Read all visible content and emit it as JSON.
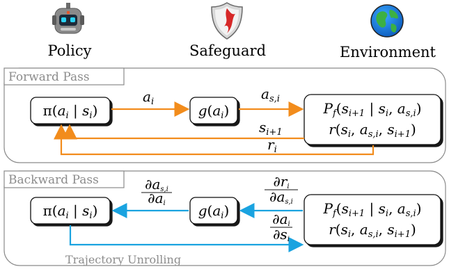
{
  "headers": {
    "policy": "Policy",
    "safeguard": "Safeguard",
    "environment": "Environment"
  },
  "icons": {
    "policy": "robot-icon",
    "safeguard": "shield-icon",
    "environment": "globe-icon"
  },
  "forward": {
    "title": "Forward Pass",
    "policy_box": "π(aᵢ | sᵢ)",
    "guard_box": "g(aᵢ)",
    "env_line1": "P_f(sᵢ₊₁ | sᵢ, a_{s,i})",
    "env_line2": "r(sᵢ, a_{s,i}, sᵢ₊₁)",
    "label_a": "aᵢ",
    "label_as": "a_{s,i}",
    "label_s_next": "sᵢ₊₁",
    "label_r": "rᵢ"
  },
  "backward": {
    "title": "Backward Pass",
    "policy_box": "π(aᵢ | sᵢ)",
    "guard_box": "g(aᵢ)",
    "env_line1": "P_f(sᵢ₊₁ | sᵢ, a_{s,i})",
    "env_line2": "r(sᵢ, a_{s,i}, sᵢ₊₁)",
    "grad1_num": "∂a_{s,i}",
    "grad1_den": "∂aᵢ",
    "grad2_num": "∂rᵢ",
    "grad2_den": "∂a_{s,i}",
    "grad3_num": "∂aᵢ",
    "grad3_den": "∂sᵢ",
    "unroll_label": "Trajectory Unrolling"
  },
  "colors": {
    "forward_arrow": "#f28c1c",
    "backward_arrow": "#1aa3e0",
    "panel_border": "#8a8a8a",
    "title_text": "#8c8c8c"
  }
}
